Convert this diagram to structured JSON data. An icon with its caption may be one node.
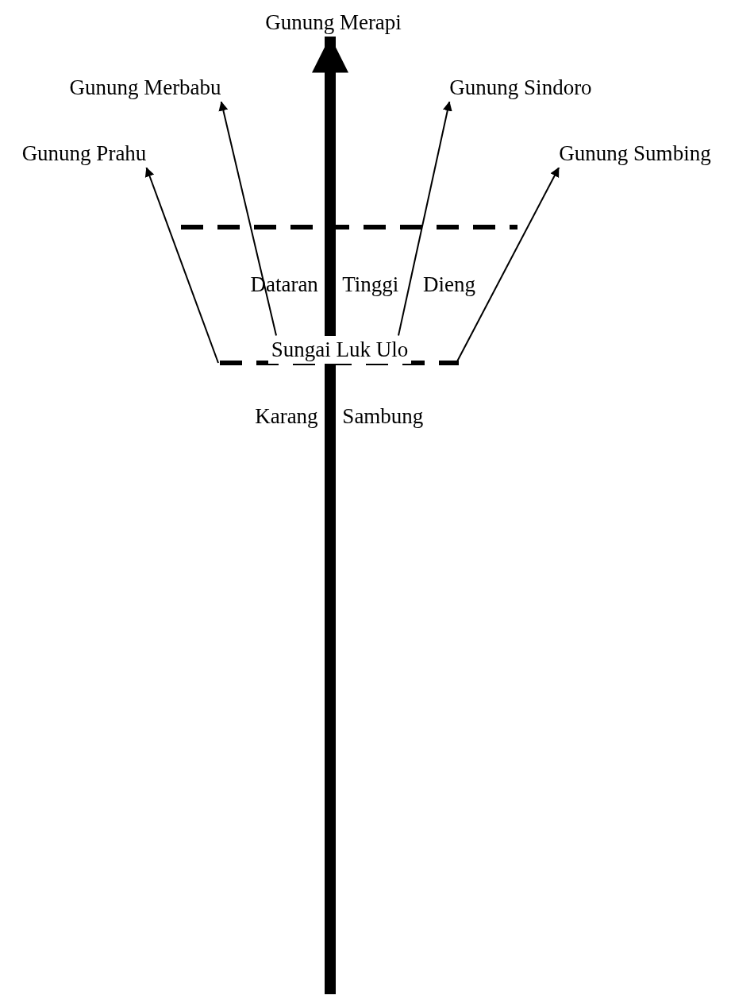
{
  "diagram": {
    "nodes": [
      {
        "text": [
          "Gunung Merapi"
        ]
      },
      {
        "text": [
          "Gunung Merbabu"
        ]
      },
      {
        "text": [
          "Gunung Sindoro"
        ]
      },
      {
        "text": [
          "Gunung Prahu"
        ]
      },
      {
        "text": [
          "Gunung Sumbing"
        ]
      },
      {
        "text": [
          "Sungai Luk Ulo"
        ]
      }
    ],
    "edges": [
      {
        "from": null,
        "to": 0,
        "arrow": "to",
        "style": "thick"
      },
      {
        "from": null,
        "to": 3,
        "arrow": "to"
      },
      {
        "from": 5,
        "to": 1,
        "arrow": "to"
      },
      {
        "from": 5,
        "to": 2,
        "arrow": "to"
      },
      {
        "from": null,
        "to": 4,
        "arrow": "to"
      }
    ],
    "labels": [
      "Dataran Tinggi Dieng",
      "Karang Sambung"
    ]
  }
}
